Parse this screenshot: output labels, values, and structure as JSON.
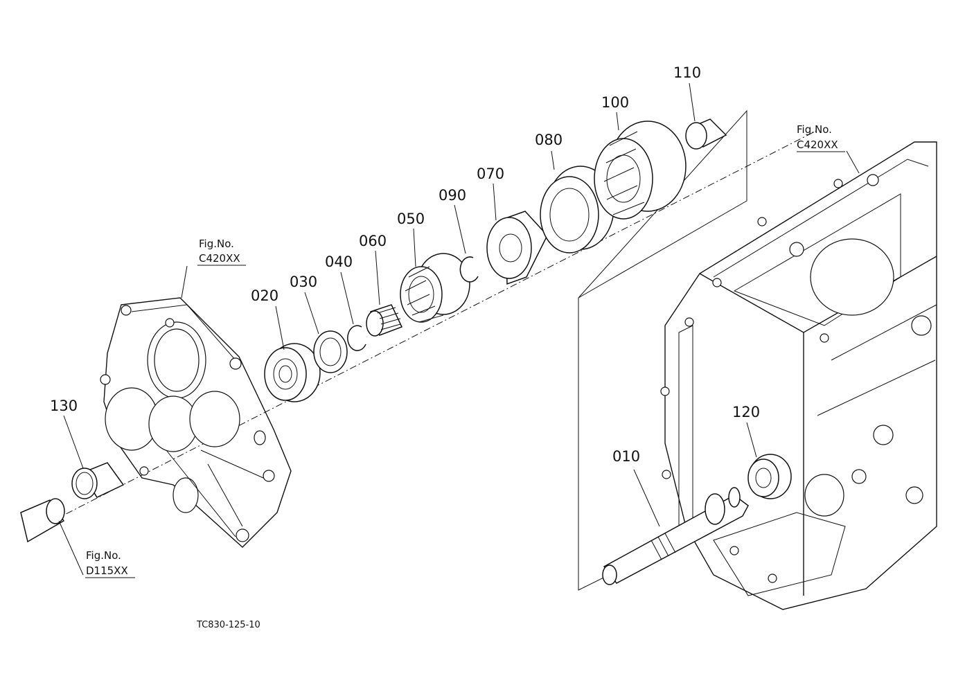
{
  "diagram": {
    "drawing_code": "TC830-125-10",
    "part_numbers": [
      "010",
      "020",
      "030",
      "040",
      "050",
      "060",
      "070",
      "080",
      "090",
      "100",
      "110",
      "120",
      "130"
    ],
    "figure_refs": [
      {
        "label": "Fig.No.",
        "ref": "C420XX"
      },
      {
        "label": "Fig.No.",
        "ref": "C420XX"
      },
      {
        "label": "Fig.No.",
        "ref": "D115XX"
      }
    ]
  }
}
